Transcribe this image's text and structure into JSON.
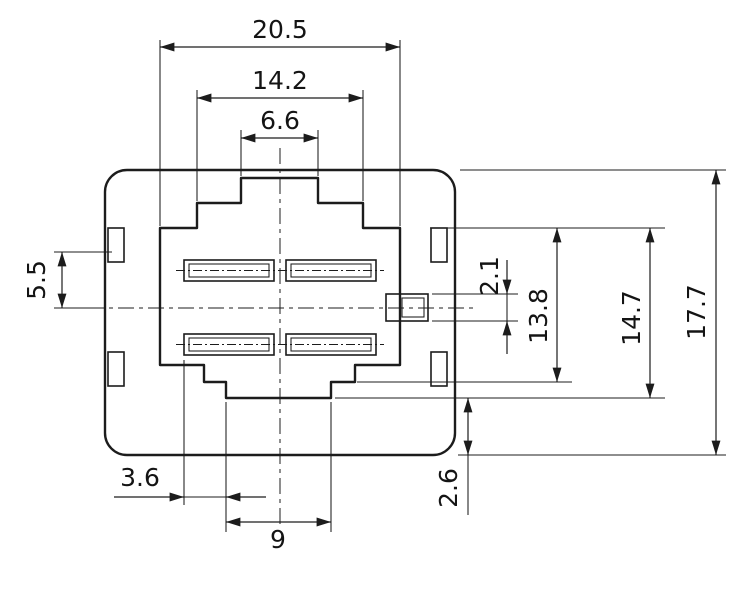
{
  "drawing": {
    "type": "technical-dimension-drawing",
    "description": "Bottom/front view of a relay connector housing with terminal slots and dimension callouts",
    "units_implied": "mm",
    "line_color": "#1c1c1c",
    "background_color": "#ffffff",
    "dim_labels": {
      "outer_width": "20.5",
      "step_width": "14.2",
      "key_width": "6.6",
      "slot_offset": "5.5",
      "tab_thickness": "2.1",
      "inner_height": "13.8",
      "step_height": "14.7",
      "overall_height": "17.7",
      "key_offset": "3.6",
      "bottom_key_width": "9",
      "flange_height": "2.6"
    }
  }
}
